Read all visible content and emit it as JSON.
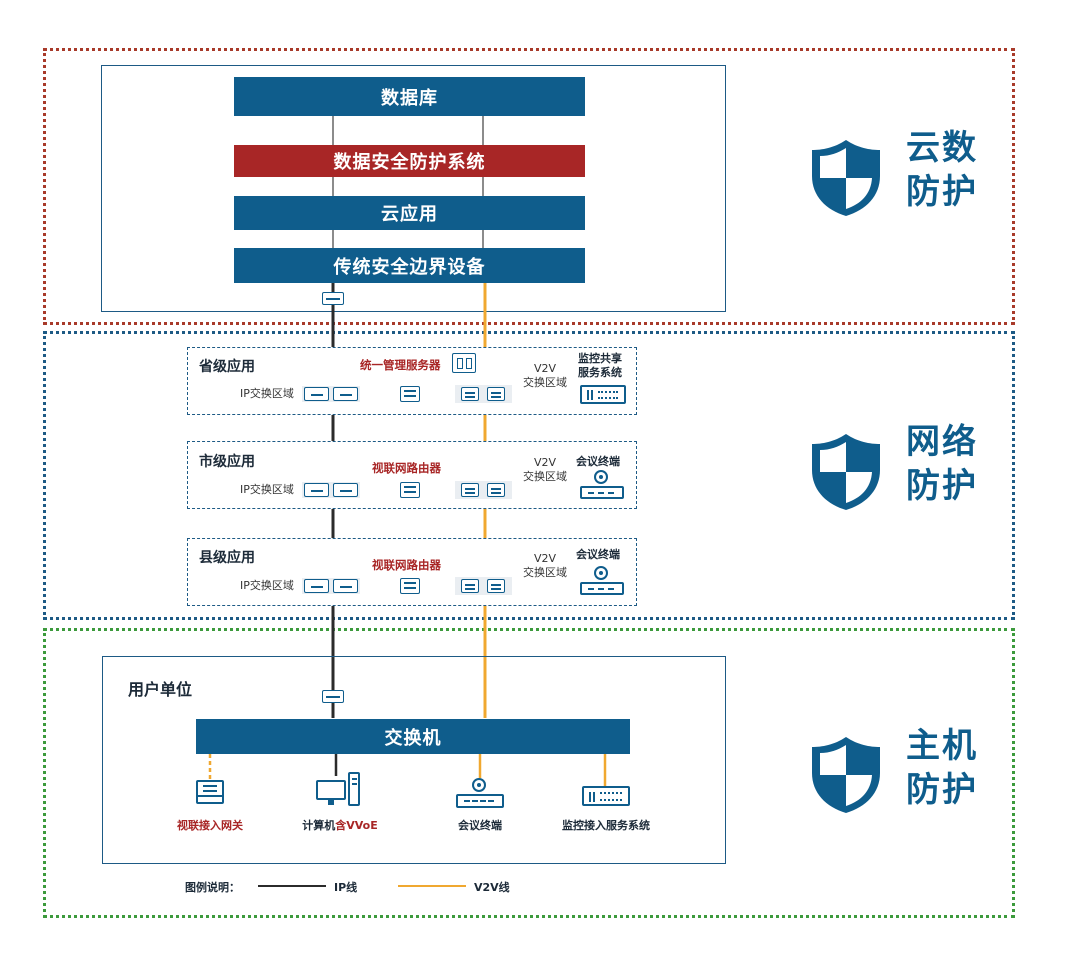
{
  "zones": {
    "cloud": "云数\n防护",
    "network": "网络\n防护",
    "host": "主机\n防护"
  },
  "cloud_stack": {
    "database": "数据库",
    "data_security": "数据安全防护系统",
    "cloud_app": "云应用",
    "boundary": "传统安全边界设备"
  },
  "regions": [
    {
      "title": "省级应用",
      "ip_zone": "IP交换区域",
      "device_label": "统一管理服务器",
      "v2v_zone": "V2V\n交换区域",
      "end_device": "监控共享\n服务系统"
    },
    {
      "title": "市级应用",
      "ip_zone": "IP交换区域",
      "device_label": "视联网路由器",
      "v2v_zone": "V2V\n交换区域",
      "end_device": "会议终端"
    },
    {
      "title": "县级应用",
      "ip_zone": "IP交换区域",
      "device_label": "视联网路由器",
      "v2v_zone": "V2V\n交换区域",
      "end_device": "会议终端"
    }
  ],
  "user_unit": {
    "title": "用户单位",
    "switch": "交换机",
    "endpoints": [
      {
        "label": "视联接入网关",
        "color": "#a82626"
      },
      {
        "label_prefix": "计算机",
        "label_suffix": "含VVoE",
        "color": "#1c2a38"
      },
      {
        "label": "会议终端",
        "color": "#1c2a38"
      },
      {
        "label": "监控接入服务系统",
        "color": "#1c2a38"
      }
    ]
  },
  "legend": {
    "title": "图例说明：",
    "ip_line": "IP线",
    "v2v_line": "V2V线"
  },
  "colors": {
    "primary_blue": "#0f5d8c",
    "security_red": "#a82626",
    "ip_line": "#2b2b2b",
    "v2v_line": "#f0a830",
    "cloud_border": "#a83a2a",
    "network_border": "#1d5a85",
    "host_border": "#3c9a3c"
  },
  "icons": [
    "shield-icon",
    "switch-icon",
    "router-icon",
    "server-icon",
    "firewall-icon",
    "camera-terminal-icon",
    "monitor-system-icon",
    "computer-icon",
    "gateway-icon"
  ]
}
